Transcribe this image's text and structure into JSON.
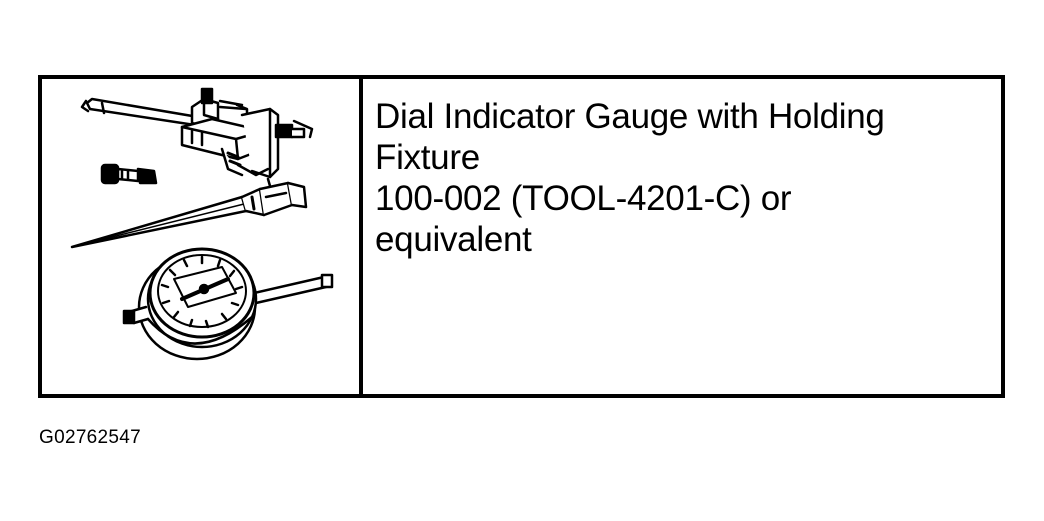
{
  "tool_entry": {
    "description_lines": [
      "Dial Indicator Gauge with Holding",
      "Fixture",
      "100-002 (TOOL-4201-C) or",
      "equivalent"
    ],
    "illustration_icon": "dial-indicator-gauge-with-holding-fixture-icon"
  },
  "figure": {
    "id": "G02762547"
  },
  "colors": {
    "line": "#000000",
    "background": "#ffffff"
  }
}
